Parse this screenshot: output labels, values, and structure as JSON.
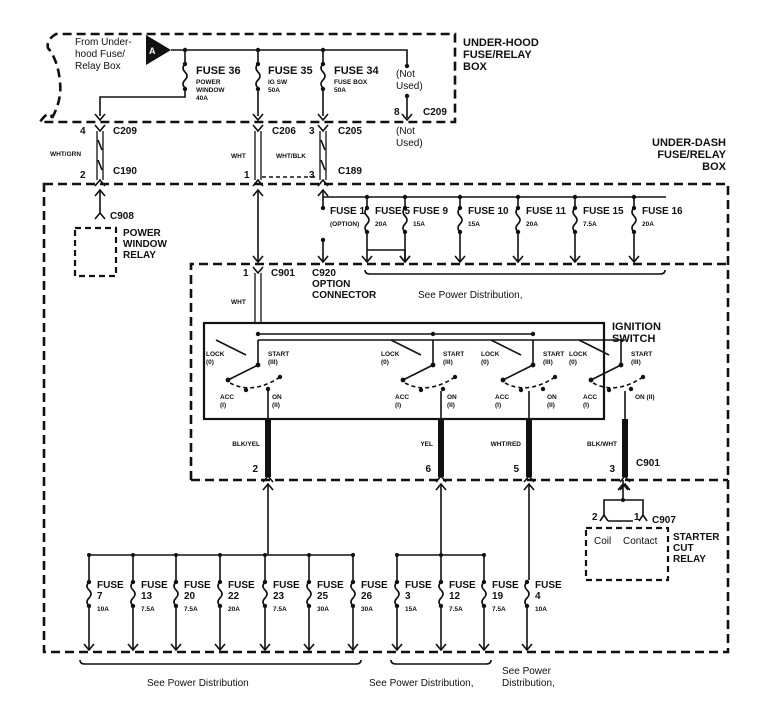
{
  "under_hood_box": {
    "title_lines": [
      "UNDER-HOOD",
      "FUSE/RELAY",
      "BOX"
    ],
    "source_lines": [
      "From Under-",
      "hood Fuse/",
      "Relay Box"
    ],
    "source_marker": "A",
    "fuses": [
      {
        "name": "FUSE 36",
        "desc": [
          "POWER",
          "WINDOW",
          "40A"
        ]
      },
      {
        "name": "FUSE 35",
        "desc": [
          "IG SW",
          "50A"
        ]
      },
      {
        "name": "FUSE 34",
        "desc": [
          "FUSE BOX",
          "50A"
        ]
      }
    ],
    "not_used_top": [
      "(Not",
      "Used)"
    ],
    "not_used_bottom": [
      "(Not",
      "Used)"
    ],
    "pin_8": "8",
    "connector_c209_right": "C209"
  },
  "wires_top": {
    "c209": {
      "pin": "4",
      "label": "C209"
    },
    "c190": {
      "pin": "2",
      "label": "C190"
    },
    "wht_grn": "WHT/GRN",
    "c206": {
      "label": "C206"
    },
    "wht": "WHT",
    "c205": {
      "pin": "3",
      "label": "C205"
    },
    "wht_blk": "WHT/BLK",
    "c189": {
      "pin": "3",
      "label": "C189"
    },
    "pin_1": "1"
  },
  "under_dash_box": {
    "title_lines": [
      "UNDER-DASH",
      "FUSE/RELAY",
      "BOX"
    ],
    "top_fuses": [
      {
        "name": "FUSE 1",
        "rating": "(OPTION)"
      },
      {
        "name": "FUSE 5",
        "rating": "20A"
      },
      {
        "name": "FUSE 9",
        "rating": "15A"
      },
      {
        "name": "FUSE 10",
        "rating": "15A"
      },
      {
        "name": "FUSE 11",
        "rating": "20A"
      },
      {
        "name": "FUSE 15",
        "rating": "7.5A"
      },
      {
        "name": "FUSE 16",
        "rating": "20A"
      }
    ],
    "see_power_top": "See Power Distribution,",
    "c908": "C908",
    "power_window_relay": [
      "POWER",
      "WINDOW",
      "RELAY"
    ],
    "c901_top": {
      "pin": "1",
      "label": "C901"
    },
    "wht_c901": "WHT",
    "c920": [
      "C920",
      "OPTION",
      "CONNECTOR"
    ]
  },
  "ignition_switch": {
    "title_lines": [
      "IGNITION",
      "SWITCH"
    ],
    "sections": [
      {
        "lock": [
          "LOCK",
          "(0)"
        ],
        "start": [
          "START",
          "(III)"
        ],
        "acc": [
          "ACC",
          "(I)"
        ],
        "on": [
          "ON",
          "(II)"
        ],
        "wire": "BLK/YEL",
        "pin": "2"
      },
      {
        "lock": [
          "LOCK",
          "(0)"
        ],
        "start": [
          "START",
          "(III)"
        ],
        "acc": [
          "ACC",
          "(I)"
        ],
        "on": [
          "ON",
          "(II)"
        ],
        "wire": "YEL",
        "pin": "6"
      },
      {
        "lock": [
          "LOCK",
          "(0)"
        ],
        "start": [
          "START",
          "(III)"
        ],
        "acc": [
          "ACC",
          "(I)"
        ],
        "on": [
          "ON",
          "(II)"
        ],
        "wire": "WHT/RED",
        "pin": "5"
      },
      {
        "lock": [
          "LOCK",
          "(0)"
        ],
        "start": [
          "START",
          "(III)"
        ],
        "acc": [
          "ACC",
          "(I)"
        ],
        "on": [
          "ON (II)"
        ],
        "wire": "BLK/WHT",
        "pin": "3"
      }
    ],
    "connector": "C901"
  },
  "starter_cut_relay": {
    "title_lines": [
      "STARTER",
      "CUT",
      "RELAY"
    ],
    "connector": "C907",
    "pin_coil": "2",
    "pin_contact": "1",
    "coil": "Coil",
    "contact": "Contact"
  },
  "bottom_fuses": [
    {
      "line1": "FUSE",
      "line2": "7",
      "rating": "10A"
    },
    {
      "line1": "FUSE",
      "line2": "13",
      "rating": "7.5A"
    },
    {
      "line1": "FUSE",
      "line2": "20",
      "rating": "7.5A"
    },
    {
      "line1": "FUSE",
      "line2": "22",
      "rating": "20A"
    },
    {
      "line1": "FUSE",
      "line2": "23",
      "rating": "7.5A"
    },
    {
      "line1": "FUSE",
      "line2": "25",
      "rating": "30A"
    },
    {
      "line1": "FUSE",
      "line2": "26",
      "rating": "30A"
    },
    {
      "line1": "FUSE",
      "line2": "3",
      "rating": "15A"
    },
    {
      "line1": "FUSE",
      "line2": "12",
      "rating": "7.5A"
    },
    {
      "line1": "FUSE",
      "line2": "19",
      "rating": "7.5A"
    },
    {
      "line1": "FUSE",
      "line2": "4",
      "rating": "10A"
    }
  ],
  "bottom_notes": {
    "group1": "See Power Distribution",
    "group2": "See Power Distribution,",
    "group3": [
      "See Power",
      "Distribution,"
    ]
  }
}
